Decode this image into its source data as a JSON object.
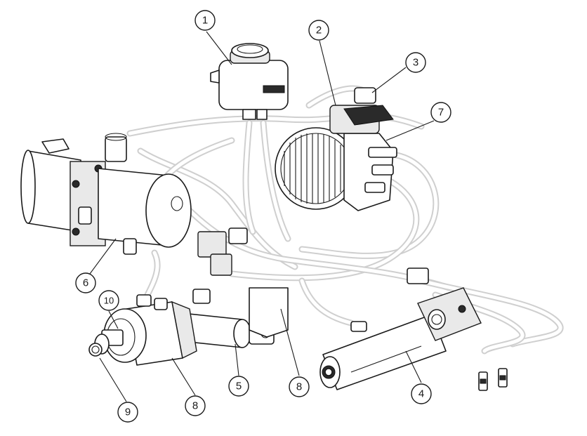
{
  "callouts": [
    {
      "id": "c1",
      "label": "1"
    },
    {
      "id": "c2",
      "label": "2"
    },
    {
      "id": "c3",
      "label": "3"
    },
    {
      "id": "c4",
      "label": "4"
    },
    {
      "id": "c5",
      "label": "5"
    },
    {
      "id": "c6",
      "label": "6"
    },
    {
      "id": "c7",
      "label": "7"
    },
    {
      "id": "c8a",
      "label": "8"
    },
    {
      "id": "c8b",
      "label": "8"
    },
    {
      "id": "c9",
      "label": "9"
    },
    {
      "id": "c10",
      "label": "10"
    }
  ]
}
